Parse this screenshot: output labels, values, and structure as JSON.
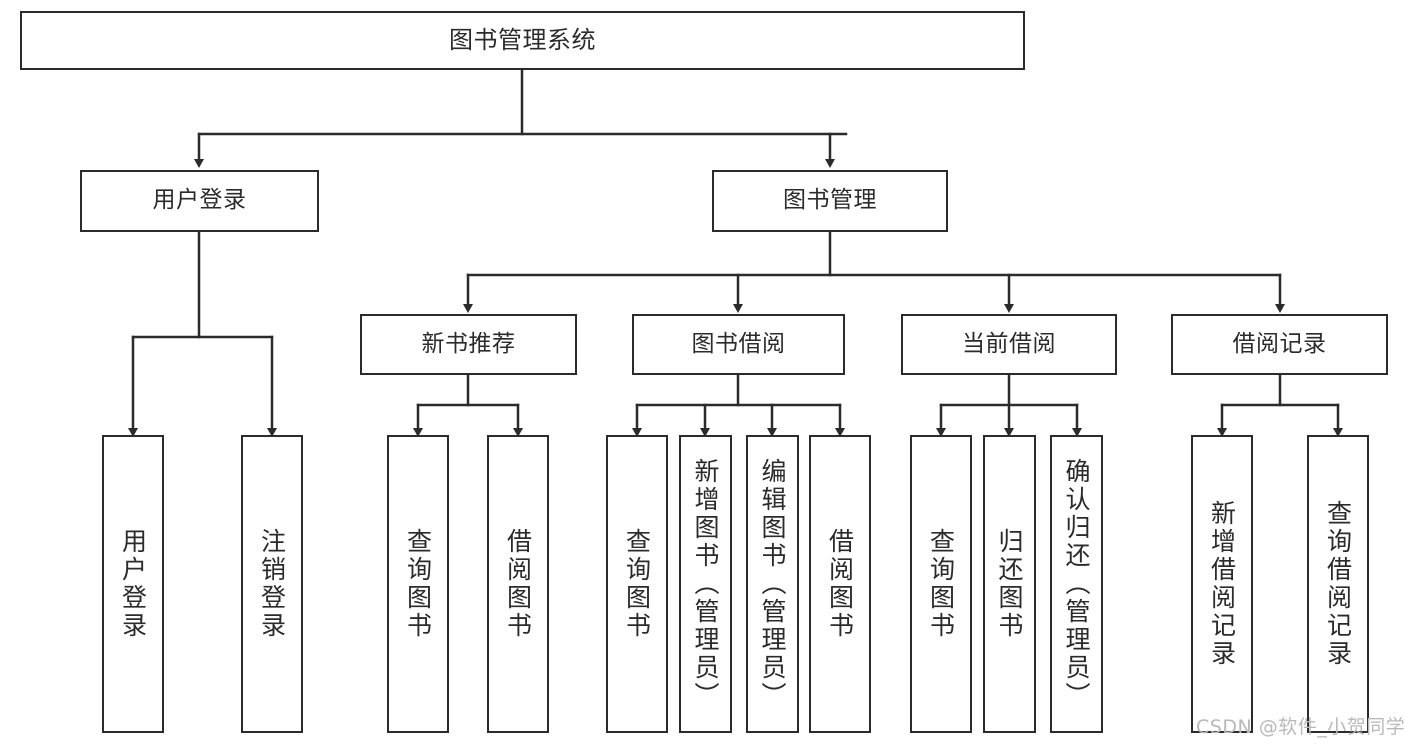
{
  "diagram": {
    "title": "图书管理系统",
    "type": "function-structure-tree",
    "watermark": "CSDN @软件_小贺同学",
    "colors": {
      "border": "#2b2b2b",
      "background": "#ffffff",
      "text": "#2b2b2b",
      "watermark": "#b9b9b9"
    }
  },
  "nodes": {
    "root": {
      "label": "图书管理系统",
      "level": 0
    },
    "level1": [
      {
        "id": "user-login",
        "label": "用户登录"
      },
      {
        "id": "book-management",
        "label": "图书管理"
      }
    ],
    "level2": [
      {
        "id": "new-book-recommend",
        "label": "新书推荐",
        "parent": "book-management"
      },
      {
        "id": "book-borrow",
        "label": "图书借阅",
        "parent": "book-management"
      },
      {
        "id": "current-borrow",
        "label": "当前借阅",
        "parent": "book-management"
      },
      {
        "id": "borrow-record",
        "label": "借阅记录",
        "parent": "book-management"
      }
    ],
    "leaves": [
      {
        "id": "leaf-user-login",
        "label": "用户登录",
        "parent": "user-login"
      },
      {
        "id": "leaf-logout",
        "label": "注销登录",
        "parent": "user-login"
      },
      {
        "id": "leaf-query-book-1",
        "label": "查询图书",
        "parent": "new-book-recommend"
      },
      {
        "id": "leaf-borrow-book-1",
        "label": "借阅图书",
        "parent": "new-book-recommend"
      },
      {
        "id": "leaf-query-book-2",
        "label": "查询图书",
        "parent": "book-borrow"
      },
      {
        "id": "leaf-add-book",
        "label": "新增图书（管理员）",
        "parent": "book-borrow"
      },
      {
        "id": "leaf-edit-book",
        "label": "编辑图书（管理员）",
        "parent": "book-borrow"
      },
      {
        "id": "leaf-borrow-book-2",
        "label": "借阅图书",
        "parent": "book-borrow"
      },
      {
        "id": "leaf-query-book-3",
        "label": "查询图书",
        "parent": "current-borrow"
      },
      {
        "id": "leaf-return-book",
        "label": "归还图书",
        "parent": "current-borrow"
      },
      {
        "id": "leaf-confirm-return",
        "label": "确认归还（管理员）",
        "parent": "current-borrow"
      },
      {
        "id": "leaf-add-record",
        "label": "新增借阅记录",
        "parent": "borrow-record"
      },
      {
        "id": "leaf-query-record",
        "label": "查询借阅记录",
        "parent": "borrow-record"
      }
    ]
  }
}
